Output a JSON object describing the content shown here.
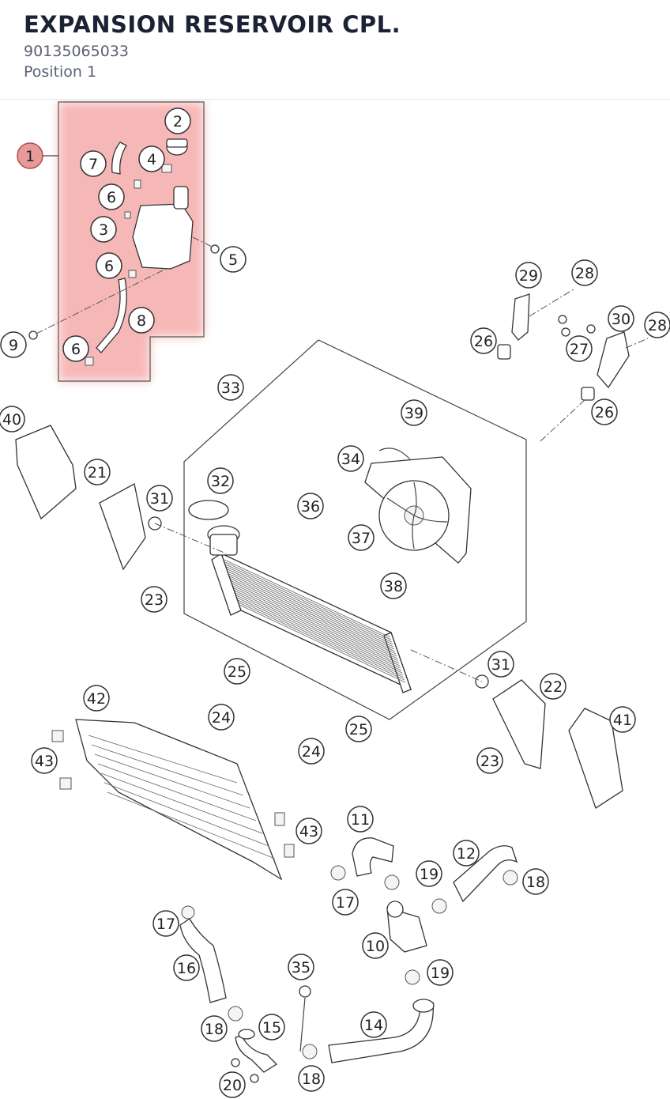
{
  "header": {
    "title": "EXPANSION RESERVOIR CPL.",
    "part_number": "90135065033",
    "position": "Position 1"
  },
  "highlight_color": "#f4a0a0",
  "callouts": [
    {
      "n": "1",
      "selected": true
    },
    {
      "n": "2"
    },
    {
      "n": "7"
    },
    {
      "n": "4"
    },
    {
      "n": "6"
    },
    {
      "n": "3"
    },
    {
      "n": "5"
    },
    {
      "n": "6"
    },
    {
      "n": "8"
    },
    {
      "n": "9"
    },
    {
      "n": "6"
    },
    {
      "n": "29"
    },
    {
      "n": "28"
    },
    {
      "n": "30"
    },
    {
      "n": "28"
    },
    {
      "n": "26"
    },
    {
      "n": "27"
    },
    {
      "n": "26"
    },
    {
      "n": "33"
    },
    {
      "n": "39"
    },
    {
      "n": "34"
    },
    {
      "n": "40"
    },
    {
      "n": "21"
    },
    {
      "n": "32"
    },
    {
      "n": "31"
    },
    {
      "n": "36"
    },
    {
      "n": "37"
    },
    {
      "n": "38"
    },
    {
      "n": "23"
    },
    {
      "n": "25"
    },
    {
      "n": "24"
    },
    {
      "n": "31"
    },
    {
      "n": "22"
    },
    {
      "n": "42"
    },
    {
      "n": "41"
    },
    {
      "n": "25"
    },
    {
      "n": "24"
    },
    {
      "n": "43"
    },
    {
      "n": "23"
    },
    {
      "n": "11"
    },
    {
      "n": "43"
    },
    {
      "n": "12"
    },
    {
      "n": "19"
    },
    {
      "n": "18"
    },
    {
      "n": "17"
    },
    {
      "n": "17"
    },
    {
      "n": "10"
    },
    {
      "n": "16"
    },
    {
      "n": "35"
    },
    {
      "n": "19"
    },
    {
      "n": "14"
    },
    {
      "n": "15"
    },
    {
      "n": "18"
    },
    {
      "n": "18"
    },
    {
      "n": "20"
    }
  ]
}
